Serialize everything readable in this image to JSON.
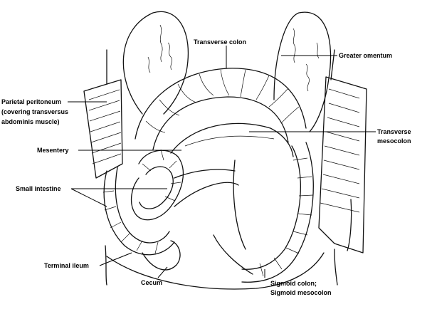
{
  "labels": {
    "transverse_colon": "Transverse colon",
    "greater_omentum": "Greater omentum",
    "parietal_peritoneum_1": "Parietal peritoneum",
    "parietal_peritoneum_2": "(covering transversus",
    "parietal_peritoneum_3": "abdominis muscle)",
    "transverse_mesocolon_1": "Transverse",
    "transverse_mesocolon_2": "mesocolon",
    "mesentery": "Mesentery",
    "small_intestine": "Small intestine",
    "terminal_ileum": "Terminal ileum",
    "cecum": "Cecum",
    "sigmoid_1": "Sigmoid colon;",
    "sigmoid_2": "Sigmoid mesocolon"
  }
}
